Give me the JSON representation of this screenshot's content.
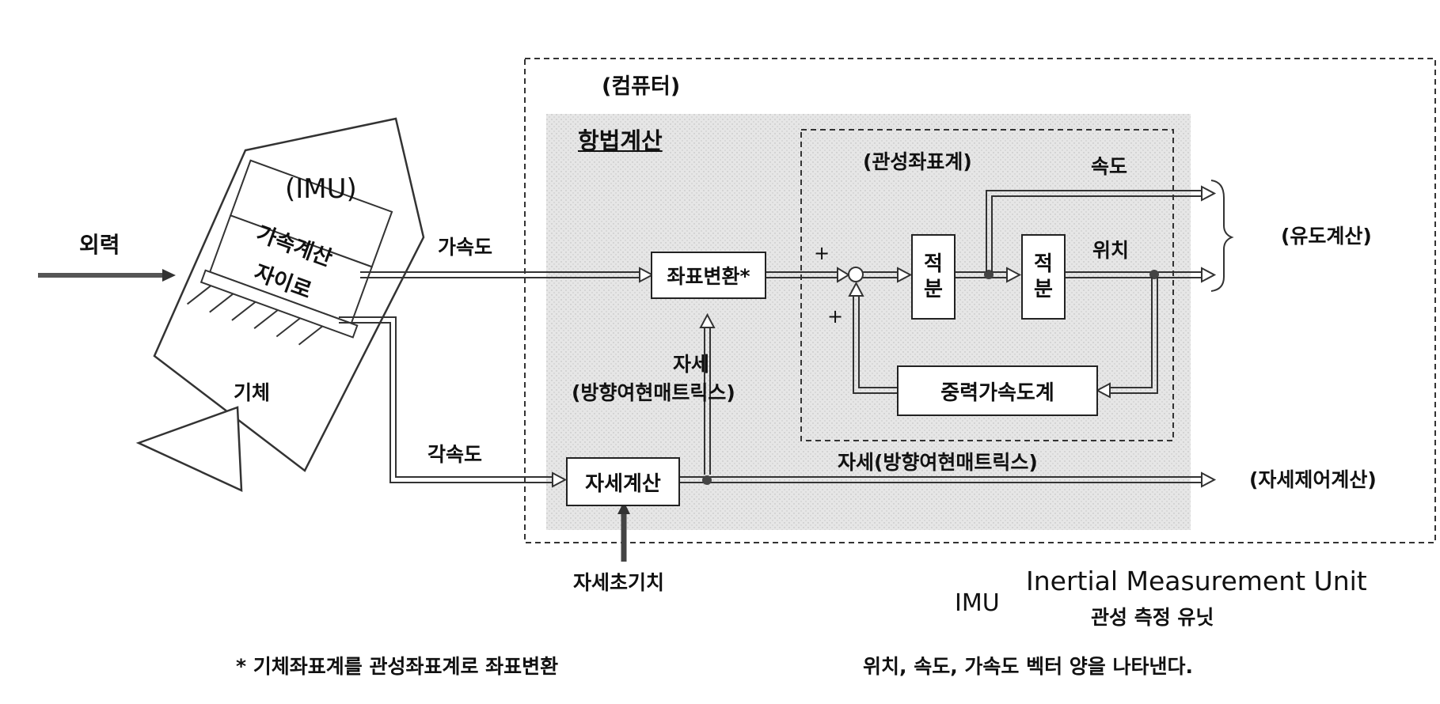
{
  "labels": {
    "external_force": "외력",
    "imu_paren": "(IMU)",
    "accelerometer": "가속계산",
    "gyro": "자이로",
    "body": "기체",
    "acceleration": "가속도",
    "angular_velocity": "각속도",
    "computer": "(컴퓨터)",
    "navigation": "항법계산",
    "inertial_frame": "(관성좌표계)",
    "velocity": "속도",
    "position": "위치",
    "guidance": "(유도계산)",
    "coord_transform": "좌표변환*",
    "integrator_1": "적\n분",
    "integrator_2": "적\n분",
    "gravity_model": "중력가속도계",
    "plus_top": "+",
    "plus_bottom": "+",
    "attitude_line1": "자세",
    "attitude_line2": "(방향여현매트릭스)",
    "attitude_calc": "자세계산",
    "attitude_dcm": "자세(방향여현매트릭스)",
    "attitude_control": "(자세제어계산)",
    "attitude_initial": "자세초기치",
    "imu_abbr": "IMU",
    "imu_full": "Inertial Measurement Unit",
    "imu_korean": "관성 측정 유닛",
    "footnote": "* 기체좌표계를 관성좌표계로 좌표변환",
    "vector_note": "위치, 속도, 가속도 벡터 양을 나타낸다."
  }
}
